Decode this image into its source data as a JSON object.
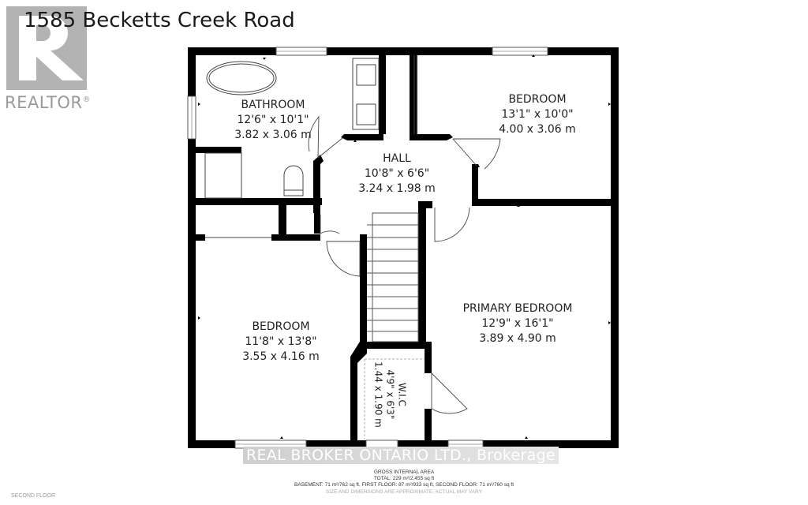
{
  "header": {
    "title": "1585 Becketts Creek Road"
  },
  "logo": {
    "text": "REALTOR",
    "registered_mark": "®",
    "color": "#b3b3b3"
  },
  "floor_plan": {
    "floor_name": "SECOND FLOOR",
    "wall_color": "#000000",
    "rooms": [
      {
        "id": "bathroom",
        "name": "BATHROOM",
        "imperial": "12'6\" x 10'1\"",
        "metric": "3.82 x 3.06 m"
      },
      {
        "id": "bedroom_ne",
        "name": "BEDROOM",
        "imperial": "13'1\" x 10'0\"",
        "metric": "4.00 x 3.06 m"
      },
      {
        "id": "hall",
        "name": "HALL",
        "imperial": "10'8\" x 6'6\"",
        "metric": "3.24 x 1.98 m"
      },
      {
        "id": "bedroom_sw",
        "name": "BEDROOM",
        "imperial": "11'8\" x 13'8\"",
        "metric": "3.55 x 4.16 m"
      },
      {
        "id": "primary_bedroom",
        "name": "PRIMARY BEDROOM",
        "imperial": "12'9\" x 16'1\"",
        "metric": "3.89 x 4.90 m"
      },
      {
        "id": "wic",
        "name": "W.I.C",
        "imperial": "4'9\" x 6'3\"",
        "metric": "1.44 x 1.90 m"
      }
    ]
  },
  "watermark": "REAL BROKER ONTARIO LTD., Brokerage",
  "area_summary": {
    "heading": "GROSS INTERNAL AREA",
    "total": "TOTAL: 229 m²/2,455 sq ft",
    "breakdown": "BASEMENT: 71 m²/762 sq ft, FIRST FLOOR: 87 m²/933 sq ft, SECOND FLOOR: 71 m²/760 sq ft",
    "disclaimer": "SIZE AND DIMENSIONS ARE APPROXIMATE, ACTUAL MAY VARY"
  }
}
